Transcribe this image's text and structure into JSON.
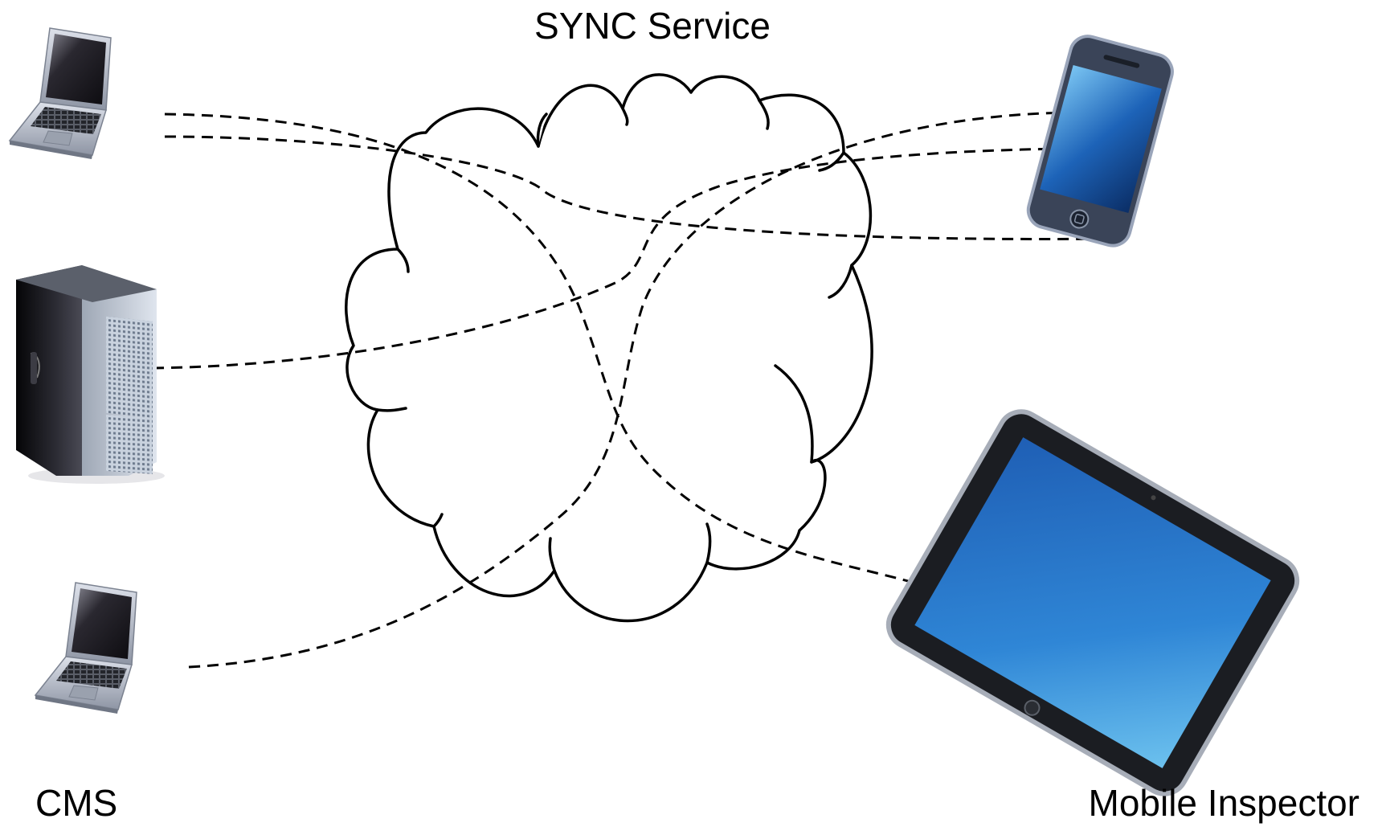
{
  "title": "SYNC Service",
  "left_label": "CMS",
  "right_label": "Mobile Inspector",
  "devices": [
    {
      "name": "laptop-top",
      "icon": "laptop-icon"
    },
    {
      "name": "server",
      "icon": "server-tower-icon"
    },
    {
      "name": "laptop-bottom",
      "icon": "laptop-icon"
    },
    {
      "name": "smartphone",
      "icon": "smartphone-icon"
    },
    {
      "name": "tablet",
      "icon": "tablet-icon"
    }
  ],
  "colors": {
    "line": "#000000",
    "screen_blue": "#2f7fd1",
    "device_silver": "#b9bec9",
    "server_dark": "#1c1c22"
  }
}
